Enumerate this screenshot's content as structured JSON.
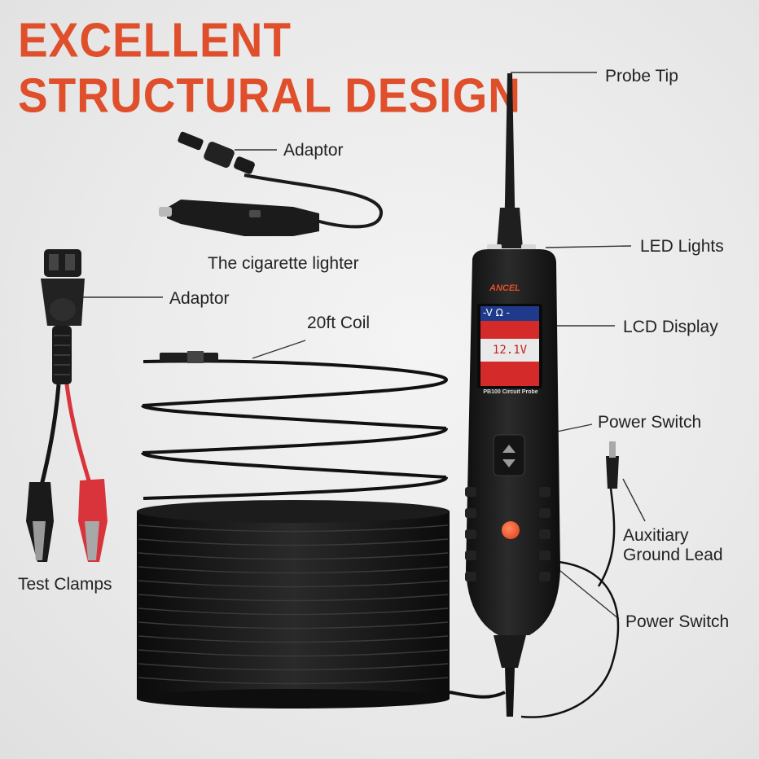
{
  "headline": {
    "line1": "EXCELLENT",
    "line2": "STRUCTURAL DESIGN",
    "color": "#e04f2b"
  },
  "callouts": {
    "probe_tip": "Probe Tip",
    "led_lights": "LED Lights",
    "lcd_display": "LCD Display",
    "power_switch_top": "Power Switch",
    "auxiliary_ground_lead_line1": "Auxitiary",
    "auxiliary_ground_lead_line2": "Ground Lead",
    "power_switch_bottom": "Power Switch",
    "adaptor_top": "Adaptor",
    "cigarette_lighter": "The cigarette lighter",
    "adaptor_left": "Adaptor",
    "coil": "20ft Coil",
    "test_clamps": "Test Clamps"
  },
  "device": {
    "brand_logo": "ANCEL",
    "model_label": "PB100 Circuit Probe",
    "lcd_mode_icons": "-V Ω -",
    "lcd_reading": "12.1V",
    "colors": {
      "body": "#1c1c1c",
      "lcd_red": "#d42a2a",
      "lcd_blue": "#1f3a8a",
      "power_button": "#e8502a",
      "clamp_red": "#d9343c"
    }
  }
}
